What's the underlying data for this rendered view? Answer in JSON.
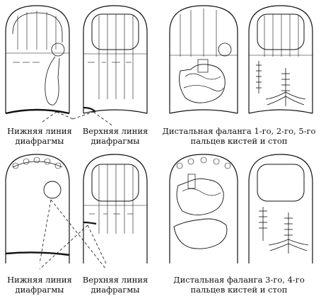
{
  "top": {
    "caption_lower": {
      "line1": "Нижняя линия",
      "line2": "диафрагмы"
    },
    "caption_upper": {
      "line1": "Верхняя линия",
      "line2": "диафрагмы"
    },
    "caption_right": {
      "line1": "Дистальная фаланга 1-го, 2-го, 5-го",
      "line2": "пальцев кистей и стоп"
    }
  },
  "bottom": {
    "caption_lower": {
      "line1": "Нижняя линия",
      "line2": "диафрагмы"
    },
    "caption_upper": {
      "line1": "Верхняя линия",
      "line2": "диафрагмы"
    },
    "caption_right": {
      "line1": "Дистальная фаланга 3-го, 4-го",
      "line2": "пальцев кистей и стоп"
    }
  },
  "colors": {
    "ink": "#111111",
    "paper": "#ffffff"
  }
}
